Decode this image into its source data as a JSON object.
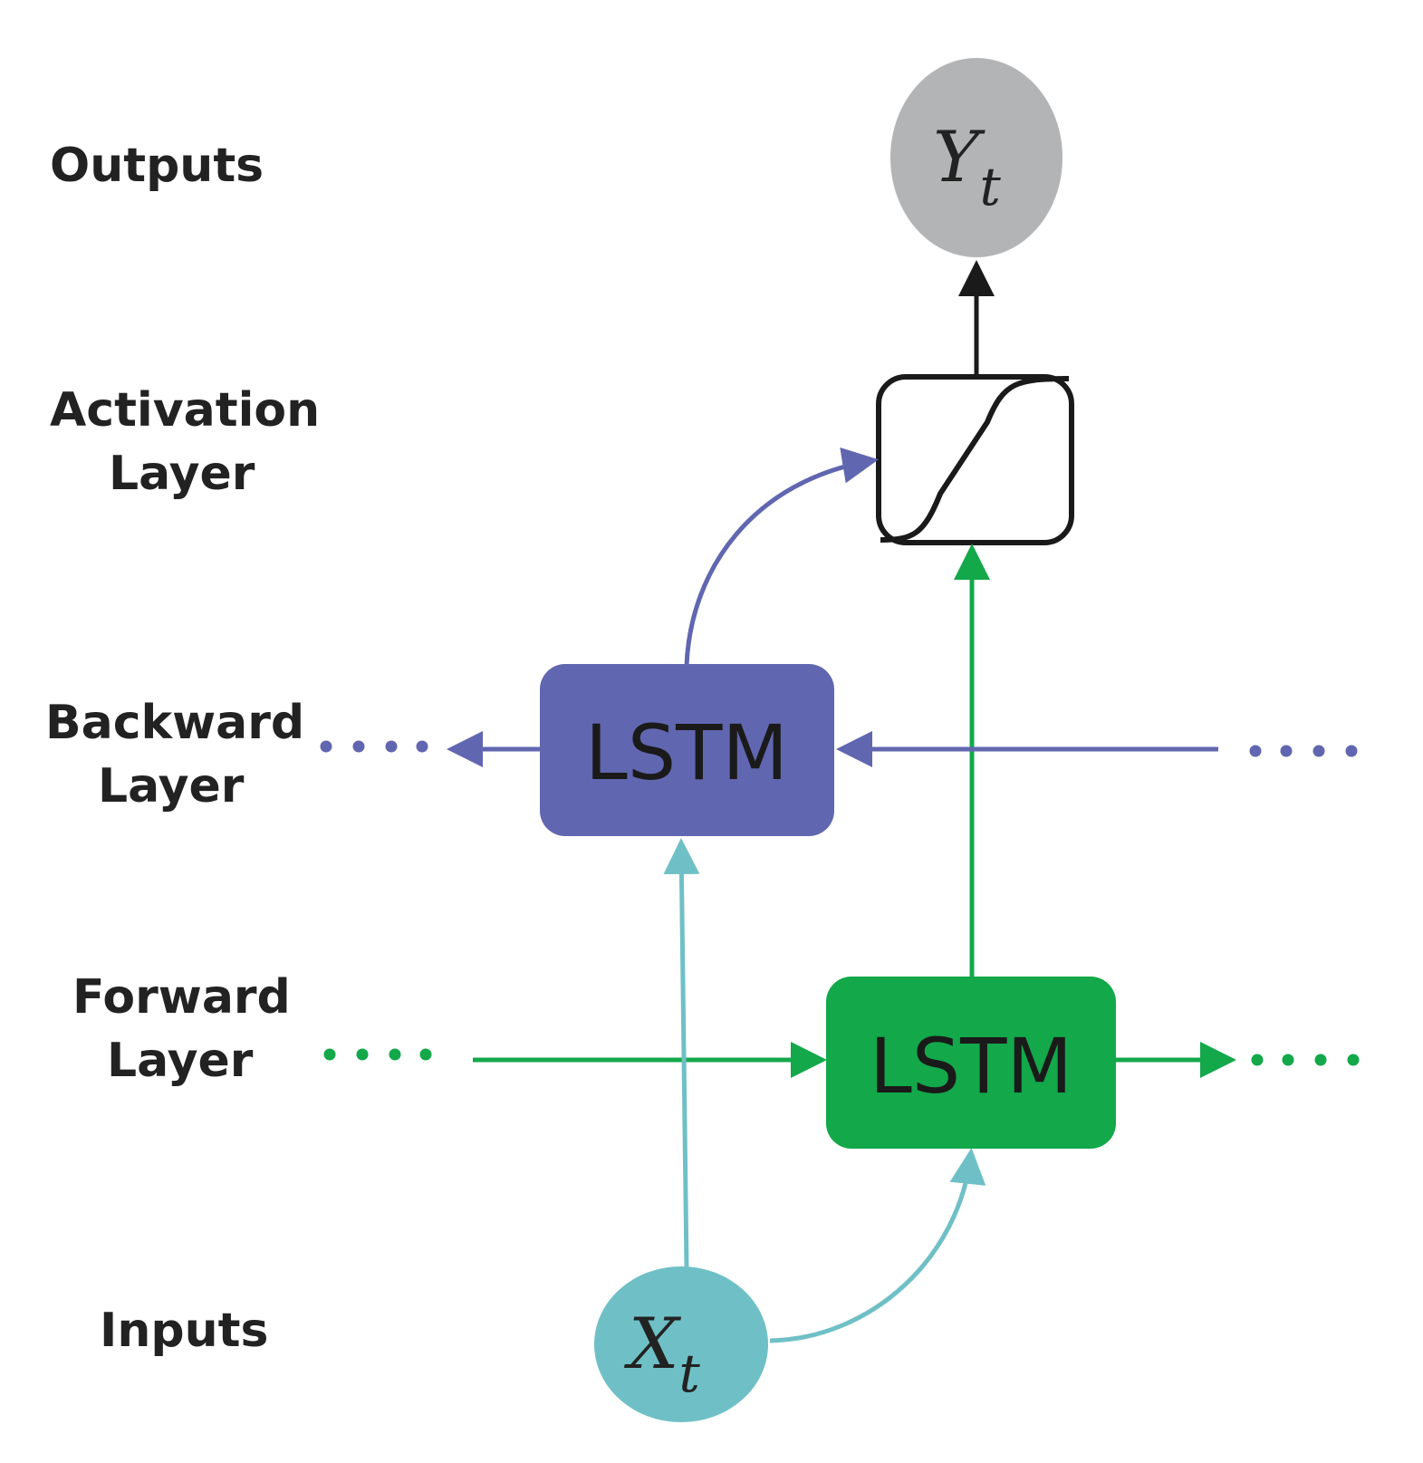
{
  "labels": {
    "outputs": "Outputs",
    "activation_line1": "Activation",
    "activation_line2": "Layer",
    "backward_line1": "Backward",
    "backward_line2": "Layer",
    "forward_line1": "Forward",
    "forward_line2": "Layer",
    "inputs": "Inputs"
  },
  "nodes": {
    "output": {
      "main": "Y",
      "sub": "t"
    },
    "input": {
      "main": "X",
      "sub": "t"
    },
    "backward_lstm": "LSTM",
    "forward_lstm": "LSTM"
  },
  "colors": {
    "backward": "#6166b0",
    "forward": "#13a84a",
    "input": "#6fc0c6",
    "output": "#b3b4b6",
    "activation_border": "#1a1a1a"
  },
  "icons": {
    "activation": "sigmoid-icon"
  }
}
